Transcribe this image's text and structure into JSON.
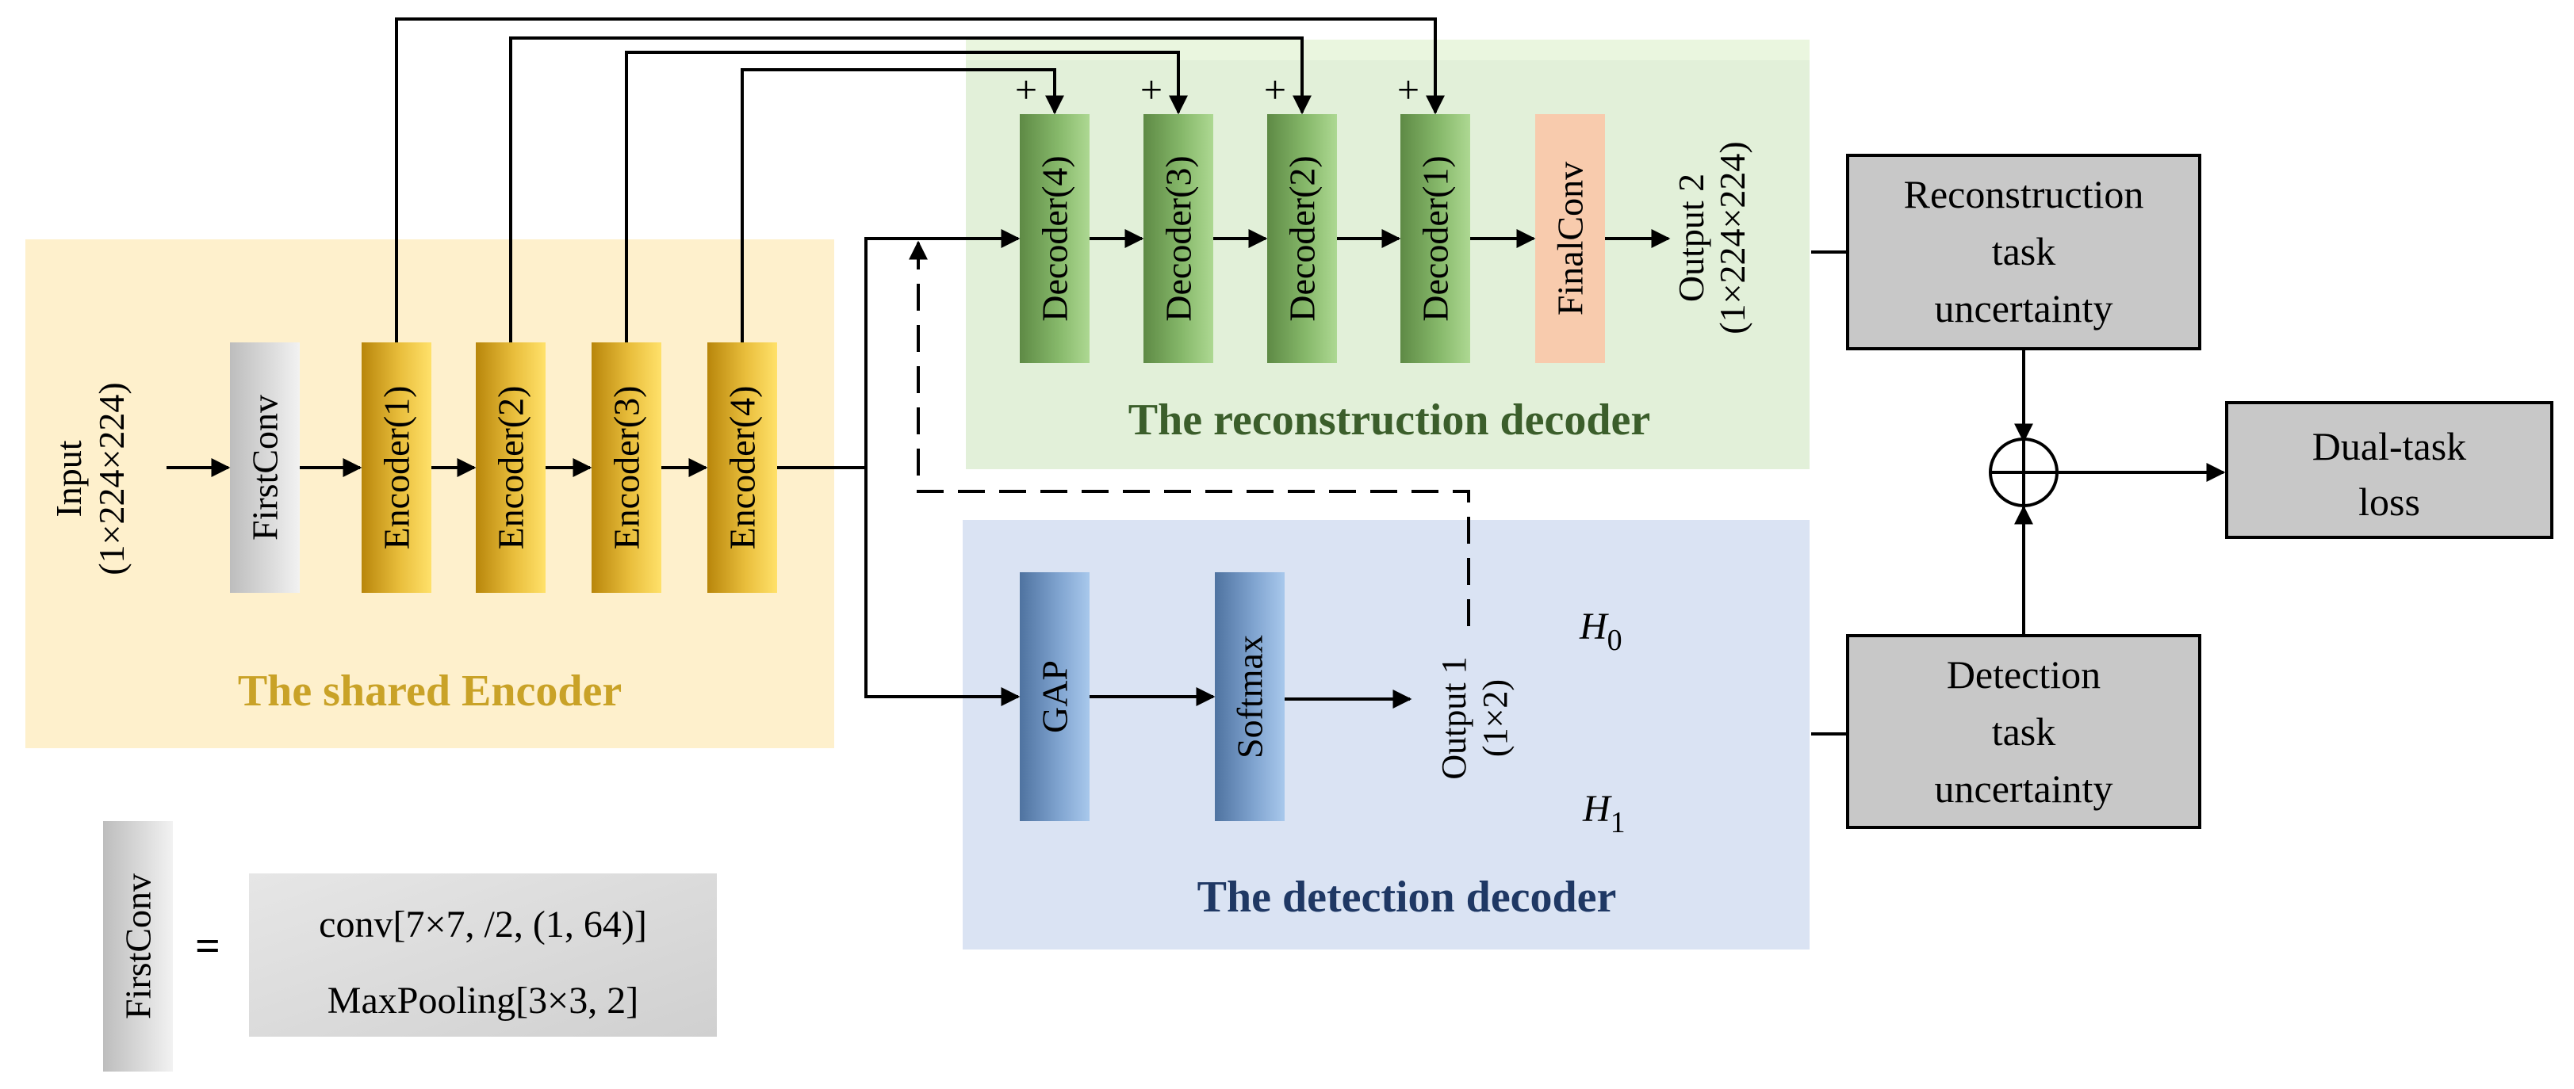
{
  "panels": {
    "encoder_title": "The shared Encoder",
    "recon_title": "The reconstruction decoder",
    "detect_title": "The detection decoder"
  },
  "input": {
    "line1": "Input",
    "line2": "(1×224×224)"
  },
  "blocks": {
    "firstconv": "FirstConv",
    "encoder1": "Encoder(1)",
    "encoder2": "Encoder(2)",
    "encoder3": "Encoder(3)",
    "encoder4": "Encoder(4)",
    "decoder4": "Decoder(4)",
    "decoder3": "Decoder(3)",
    "decoder2": "Decoder(2)",
    "decoder1": "Decoder(1)",
    "finalconv": "FinalConv",
    "gap": "GAP",
    "softmax": "Softmax"
  },
  "skip_symbol": "+",
  "outputs": {
    "output2_line1": "Output 2",
    "output2_line2": "(1×224×224)",
    "output1_line1": "Output 1",
    "output1_line2": "(1×2)"
  },
  "hypotheses": {
    "h0_base": "H",
    "h0_sub": "0",
    "h1_base": "H",
    "h1_sub": "1"
  },
  "losses": {
    "recon_line1": "Reconstruction",
    "recon_line2": "task",
    "recon_line3": "uncertainty",
    "detect_line1": "Detection",
    "detect_line2": "task",
    "detect_line3": "uncertainty",
    "dual_line1": "Dual-task",
    "dual_line2": "loss"
  },
  "legend": {
    "firstconv": "FirstConv",
    "equals": "=",
    "line1": "conv[7×7, /2, (1, 64)]",
    "line2": "MaxPooling[3×3, 2]"
  },
  "colors": {
    "encoder_panel": "#FEF0CC",
    "recon_panel": "#E2F0D9",
    "detect_panel": "#DAE3F3",
    "encoder_title": "#C9A227",
    "recon_title": "#3B5E2B",
    "detect_title": "#1F3864",
    "finalconv": "#F8CBAD",
    "loss_box": "#C8C8C8"
  }
}
